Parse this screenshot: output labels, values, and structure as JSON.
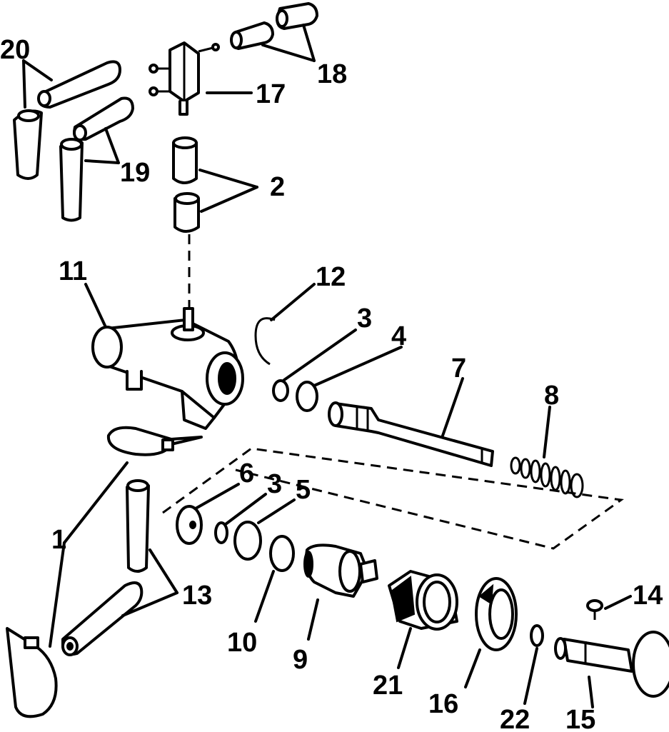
{
  "diagram": {
    "callouts": {
      "c20": "20",
      "c18": "18",
      "c17": "17",
      "c19": "19",
      "c2": "2",
      "c11": "11",
      "c12": "12",
      "c3a": "3",
      "c4": "4",
      "c7": "7",
      "c8": "8",
      "c6": "6",
      "c3b": "3",
      "c5": "5",
      "c1": "1",
      "c13": "13",
      "c14": "14",
      "c10": "10",
      "c9": "9",
      "c21": "21",
      "c16": "16",
      "c22": "22",
      "c15": "15"
    }
  }
}
